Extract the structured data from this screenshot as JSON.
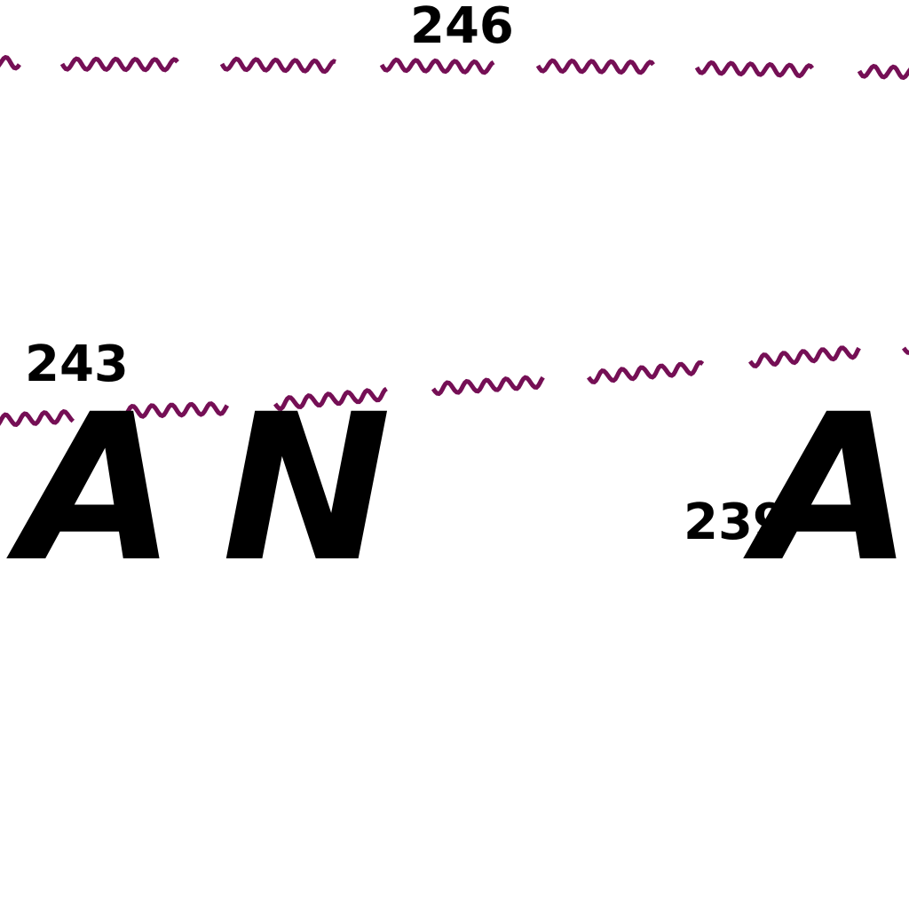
{
  "map": {
    "line_color": "#750f55",
    "text_color": "#000000",
    "background": "#ffffff",
    "line_style": "wavy"
  },
  "soundings": [
    "246",
    "243",
    "239"
  ],
  "name_letters": [
    "A",
    "N",
    "A"
  ]
}
